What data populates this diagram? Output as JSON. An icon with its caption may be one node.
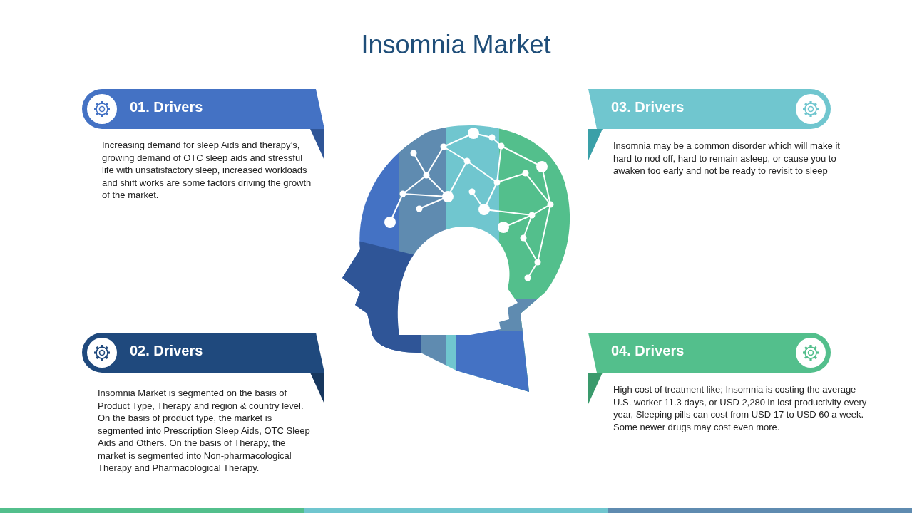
{
  "diagram": {
    "title": "Insomnia Market",
    "nodes": [
      {
        "text": [
          "01. Drivers"
        ],
        "beside": [
          "Increasing demand for sleep Aids and therapy’s, growing demand of OTC sleep aids and stressful life with unsatisfactory sleep, increased workloads and shift works are some factors driving the growth of the market."
        ]
      },
      {
        "text": [
          "02. Drivers"
        ],
        "beside": [
          "Insomnia Market is segmented on the basis of Product Type, Therapy and region & country level. On the basis of product type, the market is segmented into Prescription Sleep Aids, OTC Sleep Aids and Others. On the basis of Therapy, the market is segmented into Non-pharmacological Therapy and Pharmacological Therapy."
        ]
      },
      {
        "text": [
          "03. Drivers"
        ],
        "beside": [
          "Insomnia may be a common disorder which will make it hard to nod off, hard to remain asleep, or cause you to awaken too early and not be ready to revisit to sleep"
        ]
      },
      {
        "text": [
          "04. Drivers"
        ],
        "beside": [
          "High cost of treatment like; Insomnia is costing the average U.S. worker 11.3 days, or USD 2,280 in lost productivity every year, Sleeping pills can cost from USD 17 to USD 60 a week. Some newer drugs may cost even more."
        ]
      }
    ],
    "edges": []
  }
}
